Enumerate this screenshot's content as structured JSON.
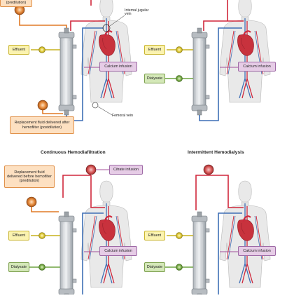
{
  "panels": [
    {
      "title": "",
      "labels": [
        "Replacement fluid delivered before hemofilter (predilution)",
        "Effluent",
        "Calcium infusion",
        "Replacement fluid delivered after hemofilter (postdilution)"
      ]
    },
    {
      "title": "",
      "labels": [
        "Effluent",
        "Calcium infusion",
        "Dialysate"
      ]
    },
    {
      "title": "Continuous Hemodiafiltration",
      "labels": [
        "Replacement fluid delivered before hemofilter (predilution)",
        "Citrate infusion",
        "Effluent",
        "Calcium infusion",
        "Dialysate"
      ]
    },
    {
      "title": "Intermittent Hemodialysis",
      "labels": [
        "Effluent",
        "Calcium infusion",
        "Dialysate"
      ]
    }
  ],
  "callouts": {
    "internal_jugular_vein": "Internal jugular vein",
    "femoral_vein": "Femoral vein"
  },
  "text": {
    "p1_predilution": "(predilution)",
    "p1_effluent": "Effluent",
    "p1_calcium": "Calcium infusion",
    "p1_postdilution": "Replacement fluid delivered after hemofilter (postdilution)",
    "p2_effluent": "Effluent",
    "p2_calcium": "Calcium infusion",
    "p2_dialysate": "Dialysate",
    "p3_title": "Continuous Hemodiafiltration",
    "p3_predilution": "Replacement fluid delivered before hemofilter (predilution)",
    "p3_citrate": "Citrate infusion",
    "p3_effluent": "Effluent",
    "p3_calcium": "Calcium infusion",
    "p3_dialysate": "Dialysate",
    "p4_title": "Intermittent Hemodialysis",
    "p4_effluent": "Effluent",
    "p4_calcium": "Calcium infusion",
    "p4_dialysate": "Dialysate"
  },
  "colors": {
    "arterial": "#d0273b",
    "venous": "#3f6fb6",
    "replacement": "#e07a26",
    "effluent_line": "#c7b21f",
    "dialysate_line": "#6ea341",
    "citrate_line": "#a44f9b",
    "skin": "#e9e9e9",
    "hemofilter": "#cfd3d7"
  },
  "icons": [
    "pump-icon",
    "hemofilter-icon",
    "human-figure-icon",
    "heart-icon"
  ]
}
